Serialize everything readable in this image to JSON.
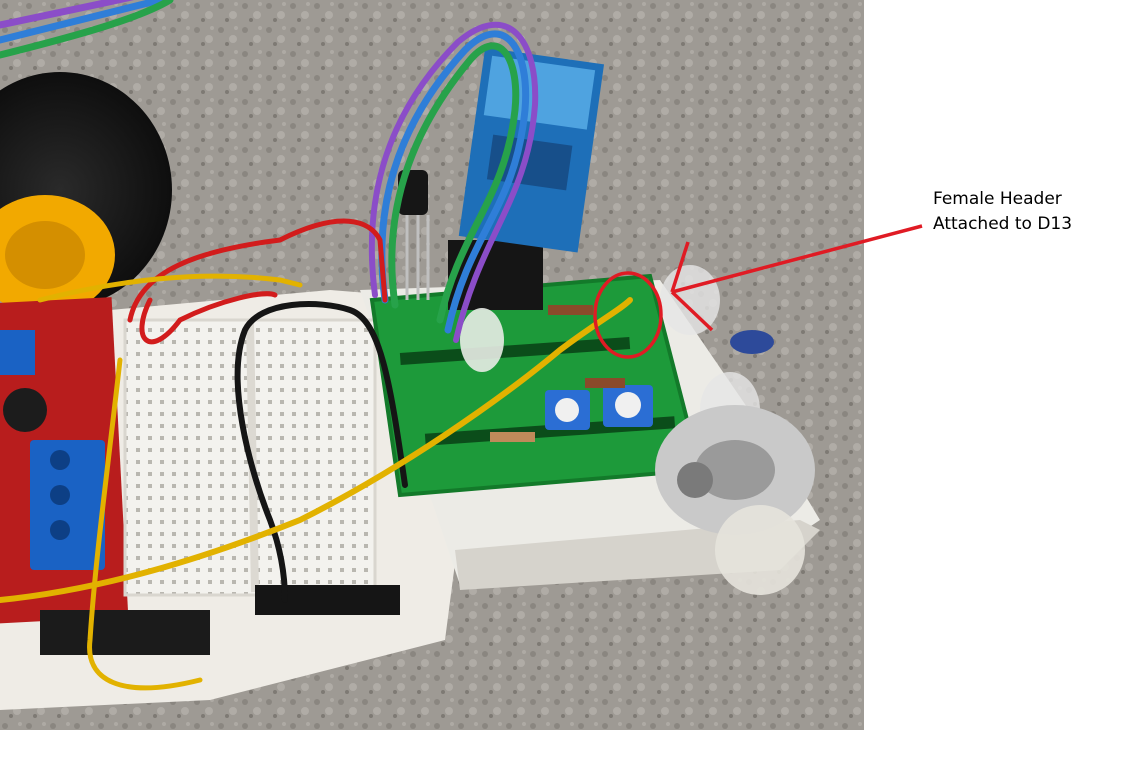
{
  "annotation": {
    "line1": "Female Header",
    "line2": "Attached to D13",
    "color": "#e01b24"
  },
  "photo": {
    "subject": "robot car with breadboard, green shield board, bluetooth module, wheel, caster",
    "background_color": "#9c9892"
  }
}
